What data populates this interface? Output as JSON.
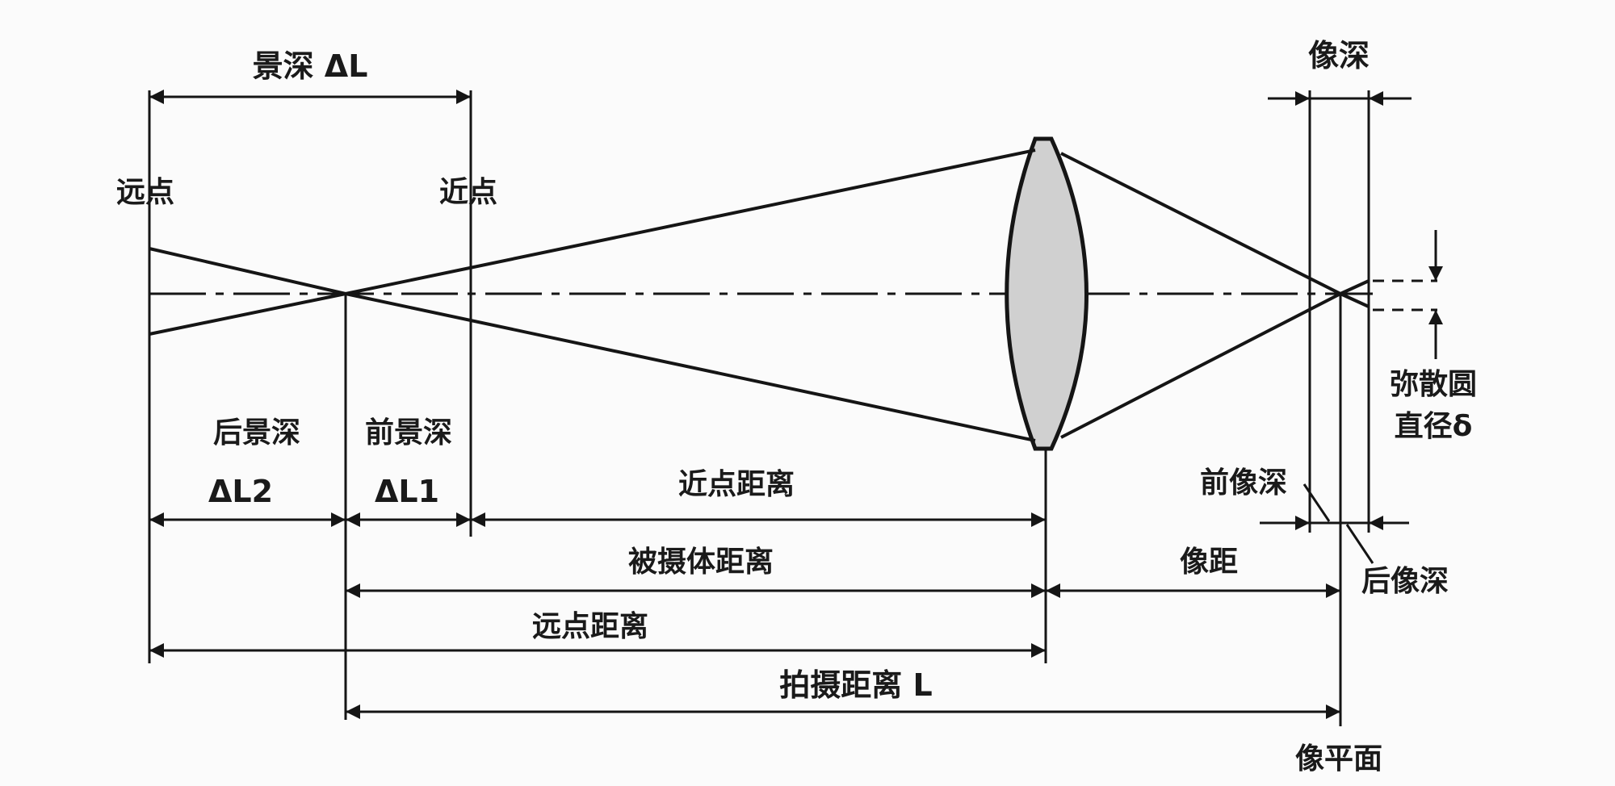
{
  "labels": {
    "depth_of_field": "景深 ΔL",
    "image_depth": "像深",
    "far_point": "远点",
    "near_point": "近点",
    "rear_depth_of_field": "后景深",
    "front_depth_of_field": "前景深",
    "delta_l2": "ΔL2",
    "delta_l1": "ΔL1",
    "near_point_distance": "近点距离",
    "subject_distance": "被摄体距离",
    "far_point_distance": "远点距离",
    "shooting_distance": "拍摄距离 L",
    "image_distance": "像距",
    "front_image_depth": "前像深",
    "rear_image_depth": "后像深",
    "circle_of_confusion_line1": "弥散圆",
    "circle_of_confusion_line2": "直径δ",
    "image_plane": "像平面"
  },
  "colors": {
    "line": "#151515",
    "lens_fill": "#d0d0d0",
    "background": "#fbfbfb"
  }
}
